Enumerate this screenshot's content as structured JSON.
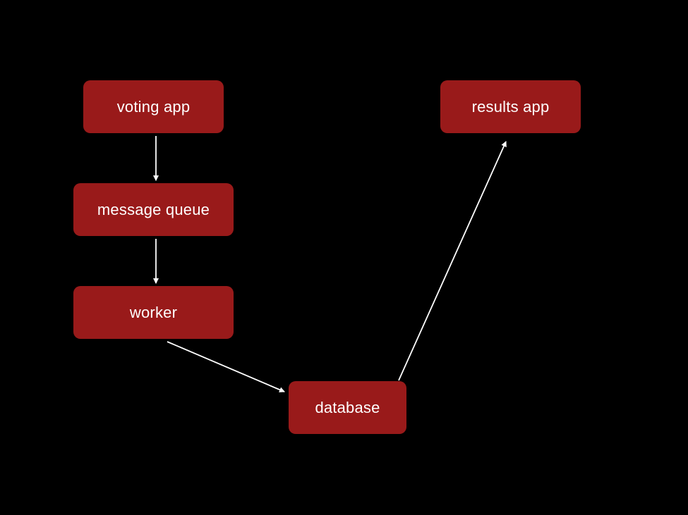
{
  "colors": {
    "background": "#000000",
    "node_fill": "#991a1a",
    "node_text": "#ffffff",
    "edge": "#ffffff"
  },
  "nodes": {
    "voting_app": "voting app",
    "message_queue": "message queue",
    "worker": "worker",
    "database": "database",
    "results_app": "results app"
  },
  "edges": [
    {
      "from": "voting app",
      "to": "message queue"
    },
    {
      "from": "message queue",
      "to": "worker"
    },
    {
      "from": "worker",
      "to": "database"
    },
    {
      "from": "database",
      "to": "results app"
    }
  ]
}
